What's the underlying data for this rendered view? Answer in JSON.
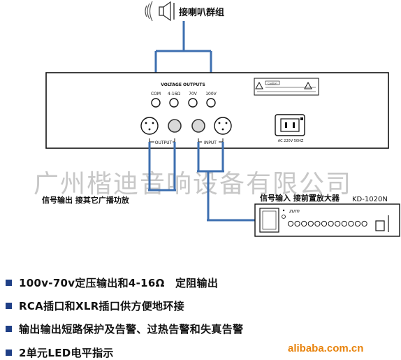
{
  "speaker_group_label": "接喇叭群组",
  "panel": {
    "voltage_outputs_label": "VOLTAGE OUTPUTS",
    "terminals": [
      "COM",
      "4-16Ω",
      "70V",
      "100V"
    ],
    "output_label": "OUTPUT",
    "input_label": "INPUT",
    "power_label": "AC 220V 50HZ",
    "warning_label": "Caution"
  },
  "callouts": {
    "signal_out": "信号输出 接其它广播功放",
    "signal_in": "信号输入 接前置放大器",
    "model": "KD-1020N"
  },
  "preamp": {
    "brand": "zum"
  },
  "watermark": "广州楷迪音响设备有限公司",
  "features": [
    "100v-70v定压输出和4-16Ω　定阻输出",
    "RCA插口和XLR插口供方便地环接",
    "输出输出短路保护及告警、过热告警和失真告警",
    "2单元LED电平指示"
  ],
  "site": "alibaba.com.cn",
  "colors": {
    "wire": "#3d6fb0",
    "bullet": "#1f3f86",
    "site": "#e8830c"
  }
}
